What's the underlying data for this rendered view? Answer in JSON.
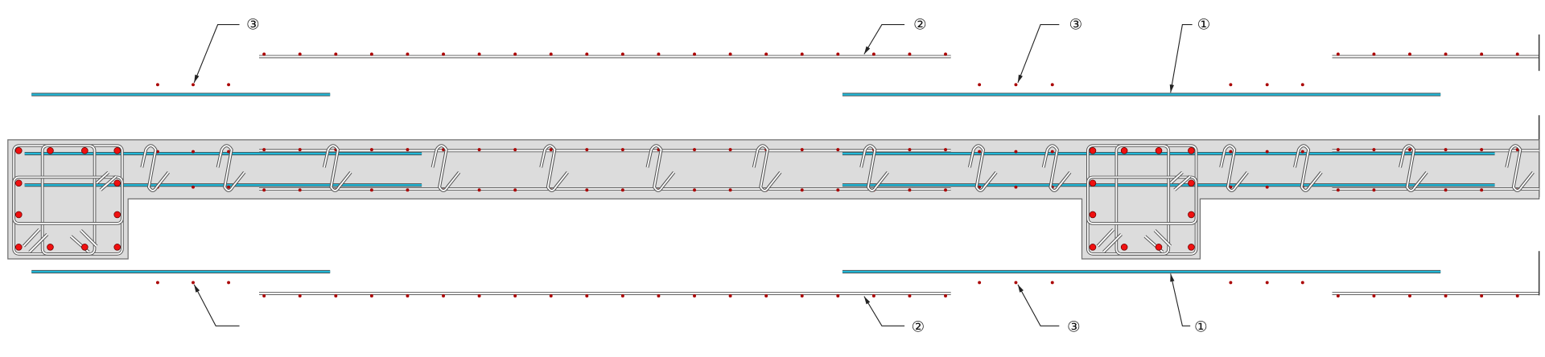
{
  "colors": {
    "concrete": "#dcdcdc",
    "outline": "#6e6e6e",
    "main_bar": "#22b8d8",
    "bar_dot": "#e01010",
    "leader": "#222222"
  },
  "callouts": {
    "top_left": "③",
    "top_mid_bar": "②",
    "top_mid": "③",
    "top_right": "①",
    "bottom_mid_bar": "②",
    "bottom_mid": "③",
    "bottom_right": "①"
  }
}
